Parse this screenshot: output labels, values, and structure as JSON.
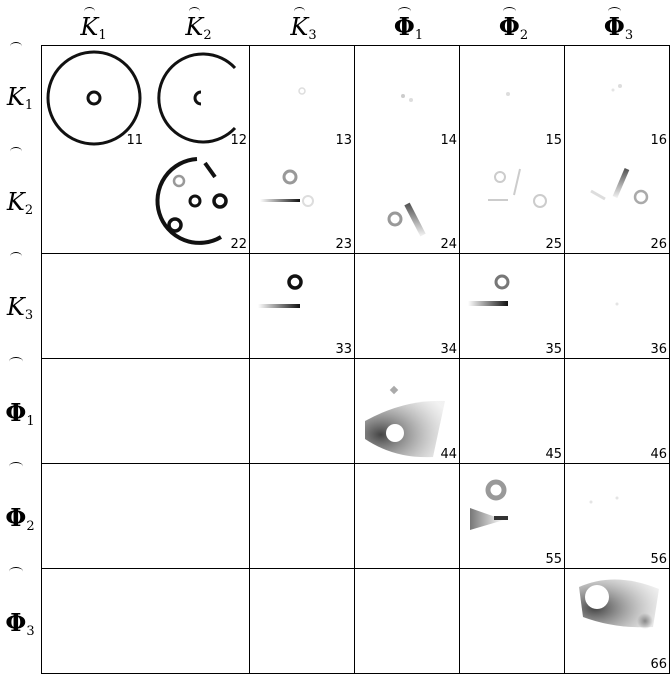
{
  "figure": {
    "columns": [
      {
        "symbol": "K",
        "index": "1",
        "bold": false
      },
      {
        "symbol": "K",
        "index": "2",
        "bold": false
      },
      {
        "symbol": "K",
        "index": "3",
        "bold": false
      },
      {
        "symbol": "Φ",
        "index": "1",
        "bold": true
      },
      {
        "symbol": "Φ",
        "index": "2",
        "bold": true
      },
      {
        "symbol": "Φ",
        "index": "3",
        "bold": true
      }
    ],
    "rows": [
      {
        "symbol": "K",
        "index": "1",
        "bold": false
      },
      {
        "symbol": "K",
        "index": "2",
        "bold": false
      },
      {
        "symbol": "K",
        "index": "3",
        "bold": false
      },
      {
        "symbol": "Φ",
        "index": "1",
        "bold": true
      },
      {
        "symbol": "Φ",
        "index": "2",
        "bold": true
      },
      {
        "symbol": "Φ",
        "index": "3",
        "bold": true
      }
    ],
    "cells": [
      {
        "id": "c11",
        "label": "11",
        "row": 0,
        "col": 0
      },
      {
        "id": "c12",
        "label": "12",
        "row": 0,
        "col": 1
      },
      {
        "id": "c13",
        "label": "13",
        "row": 0,
        "col": 2
      },
      {
        "id": "c14",
        "label": "14",
        "row": 0,
        "col": 3
      },
      {
        "id": "c15",
        "label": "15",
        "row": 0,
        "col": 4
      },
      {
        "id": "c16",
        "label": "16",
        "row": 0,
        "col": 5
      },
      {
        "id": "c21",
        "label": "",
        "row": 1,
        "col": 0
      },
      {
        "id": "c22",
        "label": "22",
        "row": 1,
        "col": 1
      },
      {
        "id": "c23",
        "label": "23",
        "row": 1,
        "col": 2
      },
      {
        "id": "c24",
        "label": "24",
        "row": 1,
        "col": 3
      },
      {
        "id": "c25",
        "label": "25",
        "row": 1,
        "col": 4
      },
      {
        "id": "c26",
        "label": "26",
        "row": 1,
        "col": 5
      },
      {
        "id": "c31",
        "label": "",
        "row": 2,
        "col": 0
      },
      {
        "id": "c32",
        "label": "",
        "row": 2,
        "col": 1
      },
      {
        "id": "c33",
        "label": "33",
        "row": 2,
        "col": 2
      },
      {
        "id": "c34",
        "label": "34",
        "row": 2,
        "col": 3
      },
      {
        "id": "c35",
        "label": "35",
        "row": 2,
        "col": 4
      },
      {
        "id": "c36",
        "label": "36",
        "row": 2,
        "col": 5
      },
      {
        "id": "c41",
        "label": "",
        "row": 3,
        "col": 0
      },
      {
        "id": "c42",
        "label": "",
        "row": 3,
        "col": 1
      },
      {
        "id": "c43",
        "label": "",
        "row": 3,
        "col": 2
      },
      {
        "id": "c44",
        "label": "44",
        "row": 3,
        "col": 3
      },
      {
        "id": "c45",
        "label": "45",
        "row": 3,
        "col": 4
      },
      {
        "id": "c46",
        "label": "46",
        "row": 3,
        "col": 5
      },
      {
        "id": "c51",
        "label": "",
        "row": 4,
        "col": 0
      },
      {
        "id": "c52",
        "label": "",
        "row": 4,
        "col": 1
      },
      {
        "id": "c53",
        "label": "",
        "row": 4,
        "col": 2
      },
      {
        "id": "c54",
        "label": "",
        "row": 4,
        "col": 3
      },
      {
        "id": "c55",
        "label": "55",
        "row": 4,
        "col": 4
      },
      {
        "id": "c56",
        "label": "56",
        "row": 4,
        "col": 5
      },
      {
        "id": "c61",
        "label": "",
        "row": 5,
        "col": 0
      },
      {
        "id": "c62",
        "label": "",
        "row": 5,
        "col": 1
      },
      {
        "id": "c63",
        "label": "",
        "row": 5,
        "col": 2
      },
      {
        "id": "c64",
        "label": "",
        "row": 5,
        "col": 3
      },
      {
        "id": "c65",
        "label": "",
        "row": 5,
        "col": 4
      },
      {
        "id": "c66",
        "label": "66",
        "row": 5,
        "col": 5
      }
    ]
  }
}
